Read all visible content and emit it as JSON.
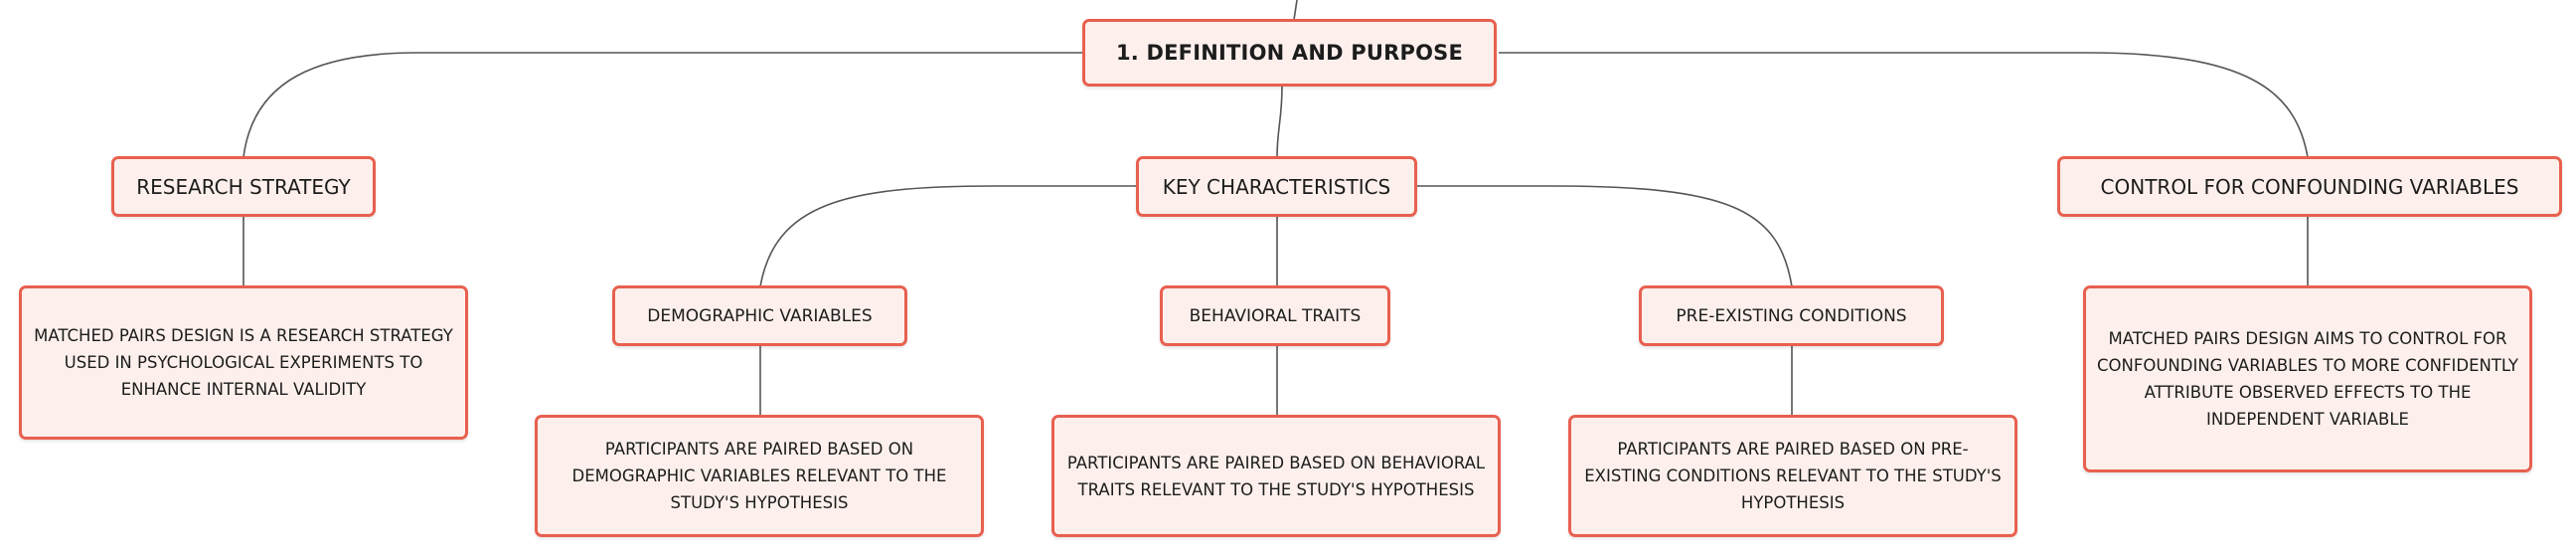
{
  "colors": {
    "node_fill": "#fdf0ec",
    "node_border": "#e8604f",
    "connector": "#555555",
    "text": "#1c1c1c"
  },
  "root": {
    "label": "1. DEFINITION AND PURPOSE"
  },
  "branches": {
    "research_strategy": {
      "label": "RESEARCH STRATEGY",
      "detail": "MATCHED PAIRS DESIGN IS A RESEARCH STRATEGY USED IN PSYCHOLOGICAL EXPERIMENTS TO ENHANCE INTERNAL VALIDITY"
    },
    "key_characteristics": {
      "label": "KEY CHARACTERISTICS",
      "children": {
        "demographic": {
          "label": "DEMOGRAPHIC VARIABLES",
          "detail": "PARTICIPANTS ARE PAIRED BASED ON DEMOGRAPHIC VARIABLES RELEVANT TO THE STUDY'S HYPOTHESIS"
        },
        "behavioral": {
          "label": "BEHAVIORAL TRAITS",
          "detail": "PARTICIPANTS ARE PAIRED BASED ON BEHAVIORAL TRAITS RELEVANT TO THE STUDY'S HYPOTHESIS"
        },
        "preexisting": {
          "label": "PRE-EXISTING CONDITIONS",
          "detail": "PARTICIPANTS ARE PAIRED BASED ON PRE-EXISTING CONDITIONS RELEVANT TO THE STUDY'S HYPOTHESIS"
        }
      }
    },
    "control": {
      "label": "CONTROL FOR CONFOUNDING VARIABLES",
      "detail": "MATCHED PAIRS DESIGN AIMS TO CONTROL FOR CONFOUNDING VARIABLES TO MORE CONFIDENTLY ATTRIBUTE OBSERVED EFFECTS TO THE INDEPENDENT VARIABLE"
    }
  }
}
